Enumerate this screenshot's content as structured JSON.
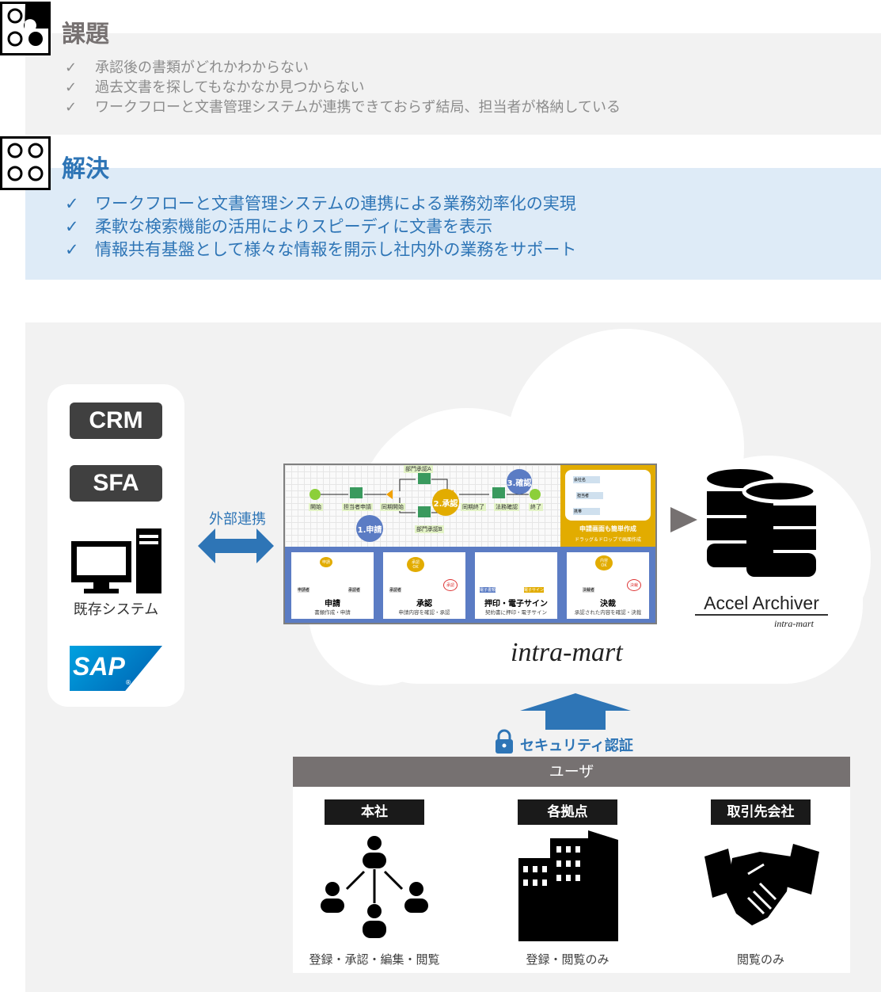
{
  "issues": {
    "title": "課題",
    "items": [
      "承認後の書類がどれかわからない",
      "過去文書を探してもなかなか見つからない",
      "ワークフローと文書管理システムが連携できておらず結局、担当者が格納している"
    ]
  },
  "solution": {
    "title": "解決",
    "items": [
      "ワークフローと文書管理システムの連携による業務効率化の実現",
      "柔軟な検索機能の活用によりスピーディに文書を表示",
      "情報共有基盤として様々な情報を開示し社内外の業務をサポート"
    ]
  },
  "check": "✓",
  "systems": {
    "crm": "CRM",
    "sfa": "SFA",
    "existing": "既存システム",
    "sap": "SAP",
    "sap_reg": "®"
  },
  "external_link": "外部連携",
  "workflow": {
    "nodes": [
      "開始",
      "担当者申請",
      "同期開始",
      "部門承認A",
      "部門承認B",
      "同期終了",
      "法務確認",
      "終了"
    ],
    "bubbles": [
      "1.申請",
      "2.承認",
      "3.確認"
    ],
    "form_fields": [
      "会社名",
      "担当者",
      "携帯"
    ],
    "form_title": "申請画面も簡単作成",
    "form_sub": "ドラッグ＆ドロップで画面作成",
    "steps": [
      {
        "title": "申請",
        "sub": "書類作成・申請",
        "tags": [
          "申請者",
          "承認者"
        ],
        "badge": "申請"
      },
      {
        "title": "承認",
        "sub": "申請内容を確認・承認",
        "tags": [
          "承認者"
        ],
        "badge": "承認OK",
        "stamp": "承認"
      },
      {
        "title": "押印・電子サイン",
        "sub": "契約書に押印・電子サイン",
        "tags": [
          "電子書類",
          "電子サイン"
        ]
      },
      {
        "title": "決裁",
        "sub": "承認された内容を確認・決裁",
        "tags": [
          "決裁者"
        ],
        "badge": "内容OK",
        "stamp": "決裁"
      }
    ]
  },
  "intramart": "intra-mart",
  "archiver": {
    "name": "Accel Archiver",
    "brand": "intra-mart"
  },
  "security": "セキュリティ認証",
  "users": {
    "header": "ユーザ",
    "groups": [
      {
        "label": "本社",
        "caption": "登録・承認・編集・閲覧"
      },
      {
        "label": "各拠点",
        "caption": "登録・閲覧のみ"
      },
      {
        "label": "取引先会社",
        "caption": "閲覧のみ"
      }
    ]
  },
  "colors": {
    "blue": "#2e75b6",
    "gray": "#767171",
    "dark": "#404040",
    "yellow": "#e2ac00"
  }
}
